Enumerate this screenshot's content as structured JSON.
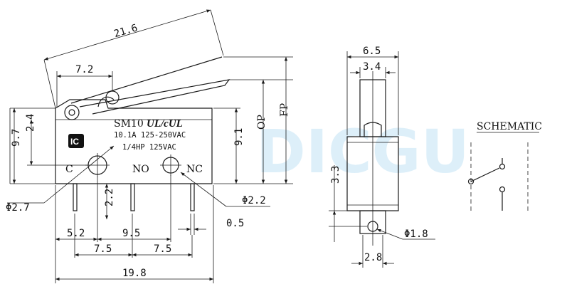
{
  "model": "SM10",
  "cert_mark": "UL/cUL",
  "logo_text": "IC",
  "rating_line1": "10.1A 125-250VAC",
  "rating_line2": "1/4HP 125VAC",
  "terminals": {
    "c": "C",
    "no": "NO",
    "nc": "NC"
  },
  "schematic_label": "SCHEMATIC",
  "watermark_text": "DICGU",
  "dims": {
    "lever_length": "21.6",
    "lever_offset": "7.2",
    "height_total": "9.7",
    "height_upper": "2.4",
    "op": "OP",
    "fp": "FP",
    "body_height": "9.1",
    "pin_length": "2.2",
    "hole_c": "Φ2.7",
    "hole_nc": "Φ2.2",
    "pin_thick": "0.5",
    "left_to_c": "5.2",
    "c_to_nc": "9.5",
    "c_to_no": "7.5",
    "no_to_nc": "7.5",
    "body_width": "19.8",
    "side_width": "6.5",
    "plunger_width": "3.4",
    "side_pin_height": "3.3",
    "side_hole": "Φ1.8",
    "side_pin_width": "2.8"
  }
}
